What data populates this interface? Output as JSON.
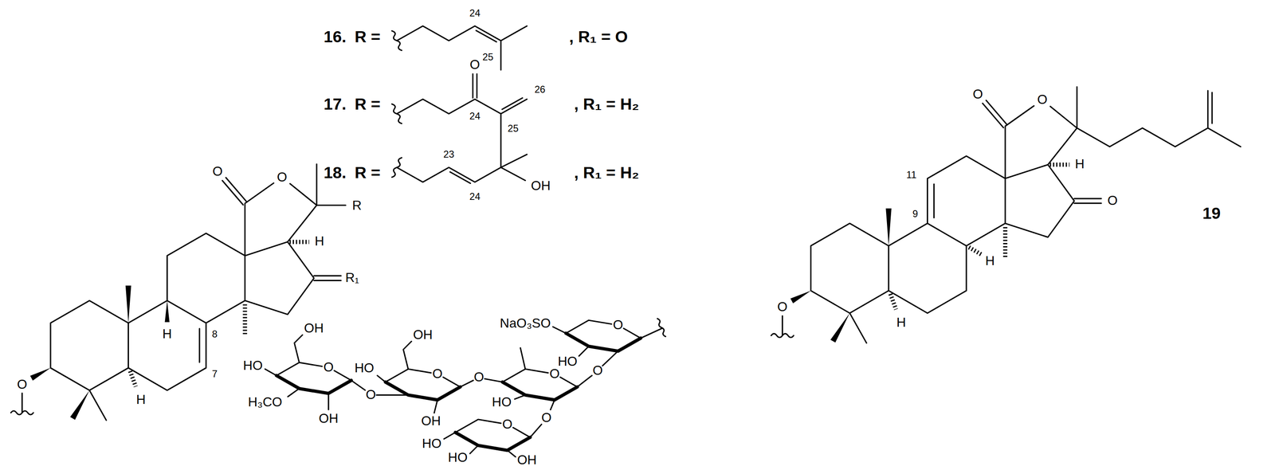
{
  "diagram": {
    "labels": [
      "O",
      "O",
      "R",
      "H",
      "R₁",
      "H",
      "8",
      "7",
      "H",
      "O",
      "16.",
      "R =",
      "24",
      "25",
      ", R₁ = O",
      "17.",
      "R =",
      "O",
      "24",
      "26",
      "25",
      ", R₁ = H₂",
      "18.",
      "R =",
      "23",
      "24",
      "OH",
      ", R₁ = H₂",
      "O",
      "O",
      "H",
      "11",
      "9",
      "H",
      "O",
      "H",
      "O",
      "19",
      "NaO₃SO",
      "O",
      "HO",
      "O",
      "OH",
      "HO",
      "O",
      "H₃CO",
      "OH",
      "O",
      "OH",
      "HO",
      "O",
      "OH",
      "O",
      "O",
      "HO",
      "O",
      "HO",
      "HO",
      "O",
      "OH"
    ]
  }
}
